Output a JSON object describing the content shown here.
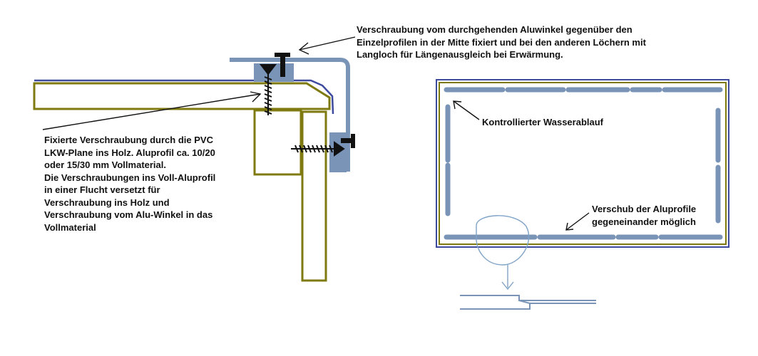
{
  "colors": {
    "wood_outline": "#7f7a10",
    "profile_blue": "#7a94b8",
    "tarp_line": "#3d4a9e",
    "sketch_blue": "#7fa3c7",
    "annotation": "#111111"
  },
  "annotations": {
    "top_note": [
      "Verschraubung vom durchgehenden Aluwinkel gegenüber den",
      "Einzelprofilen in der Mitte fixiert und bei den anderen Löchern mit",
      "Langloch für Längenausgleich bei Erwärmung."
    ],
    "left_note": [
      "Fixierte Verschraubung durch die PVC",
      "LKW-Plane ins Holz. Aluprofil ca. 10/20",
      "oder 15/30 mm Vollmaterial.",
      "Die Verschraubungen ins Voll-Aluprofil",
      "in einer Flucht versetzt für",
      "Verschraubung ins Holz und",
      "Verschraubung vom Alu-Winkel in das",
      "Vollmaterial"
    ],
    "water_note": "Kontrollierter Wasserablauf",
    "shift_note": [
      "Verschub der Aluprofile",
      "gegeneinander möglich"
    ]
  }
}
